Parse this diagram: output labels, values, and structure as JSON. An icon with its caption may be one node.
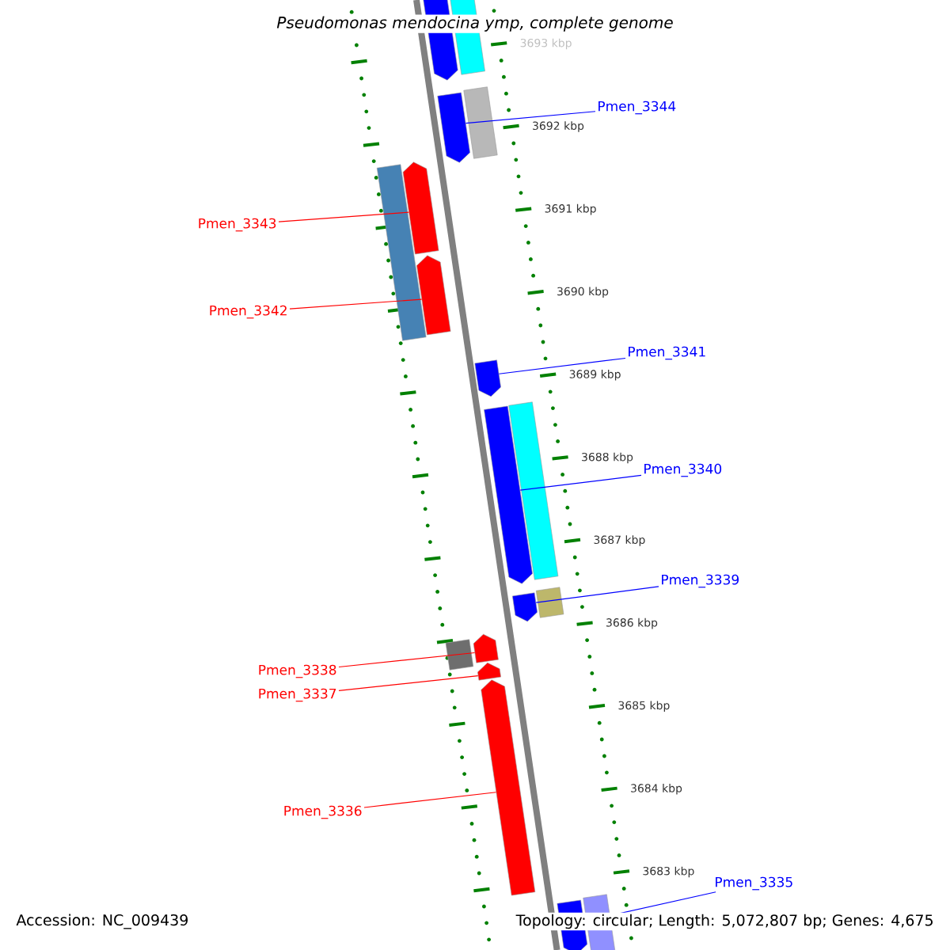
{
  "diagram": {
    "title": "Pseudomonas mendocina ymp, complete genome",
    "nodes": [
      {
        "text": [
          "Pmen_3344"
        ]
      },
      {
        "text": [
          "Pmen_3343"
        ]
      },
      {
        "text": [
          "Pmen_3342"
        ]
      },
      {
        "text": [
          "Pmen_3341"
        ]
      },
      {
        "text": [
          "Pmen_3340"
        ]
      },
      {
        "text": [
          "Pmen_3339"
        ]
      },
      {
        "text": [
          "Pmen_3338"
        ]
      },
      {
        "text": [
          "Pmen_3337"
        ]
      },
      {
        "text": [
          "Pmen_3336"
        ]
      },
      {
        "text": [
          "Pmen_3335"
        ]
      },
      {
        "text": [],
        "shape": "bar"
      },
      {
        "text": [],
        "shape": "bar"
      },
      {
        "text": [],
        "shape": "bar"
      },
      {
        "text": [],
        "shape": "bar"
      },
      {
        "text": [],
        "shape": "bar"
      },
      {
        "text": [],
        "shape": "bar"
      },
      {
        "text": [],
        "shape": "bar"
      },
      {
        "text": [],
        "shape": "bar"
      },
      {
        "text": [],
        "shape": "bar"
      },
      {
        "text": [],
        "shape": "bar"
      },
      {
        "text": [],
        "shape": "bar"
      },
      {
        "text": [],
        "shape": "box"
      },
      {
        "text": [],
        "shape": "box"
      },
      {
        "text": [],
        "shape": "box"
      },
      {
        "text": [],
        "shape": "box"
      },
      {
        "text": [],
        "shape": "box"
      },
      {
        "text": [],
        "shape": "box"
      },
      {
        "text": [],
        "shape": "box"
      }
    ],
    "edges": [
      {
        "from": 0,
        "to": 10,
        "arrow": "none",
        "color": "#0000ff"
      },
      {
        "from": 1,
        "to": 11,
        "arrow": "none",
        "color": "#ff0000"
      },
      {
        "from": 2,
        "to": 12,
        "arrow": "none",
        "color": "#ff0000"
      },
      {
        "from": 3,
        "to": 13,
        "arrow": "none",
        "color": "#0000ff"
      },
      {
        "from": 4,
        "to": 14,
        "arrow": "none",
        "color": "#0000ff"
      },
      {
        "from": 5,
        "to": 15,
        "arrow": "none",
        "color": "#0000ff"
      },
      {
        "from": 6,
        "to": 16,
        "arrow": "none",
        "color": "#ff0000"
      },
      {
        "from": 7,
        "to": 17,
        "arrow": "none",
        "color": "#ff0000"
      },
      {
        "from": 8,
        "to": 18,
        "arrow": "none",
        "color": "#ff0000"
      },
      {
        "from": 9,
        "to": 19,
        "arrow": "none",
        "color": "#0000ff"
      }
    ],
    "labels": [
      "3693 kbp",
      "3692 kbp",
      "3691 kbp",
      "3690 kbp",
      "3689 kbp",
      "3688 kbp",
      "3687 kbp",
      "3686 kbp",
      "3685 kbp",
      "3684 kbp",
      "3683 kbp",
      "Accession: NC_009439",
      "Topology: circular; Length: 5,072,807 bp; Genes: 4,675"
    ]
  }
}
